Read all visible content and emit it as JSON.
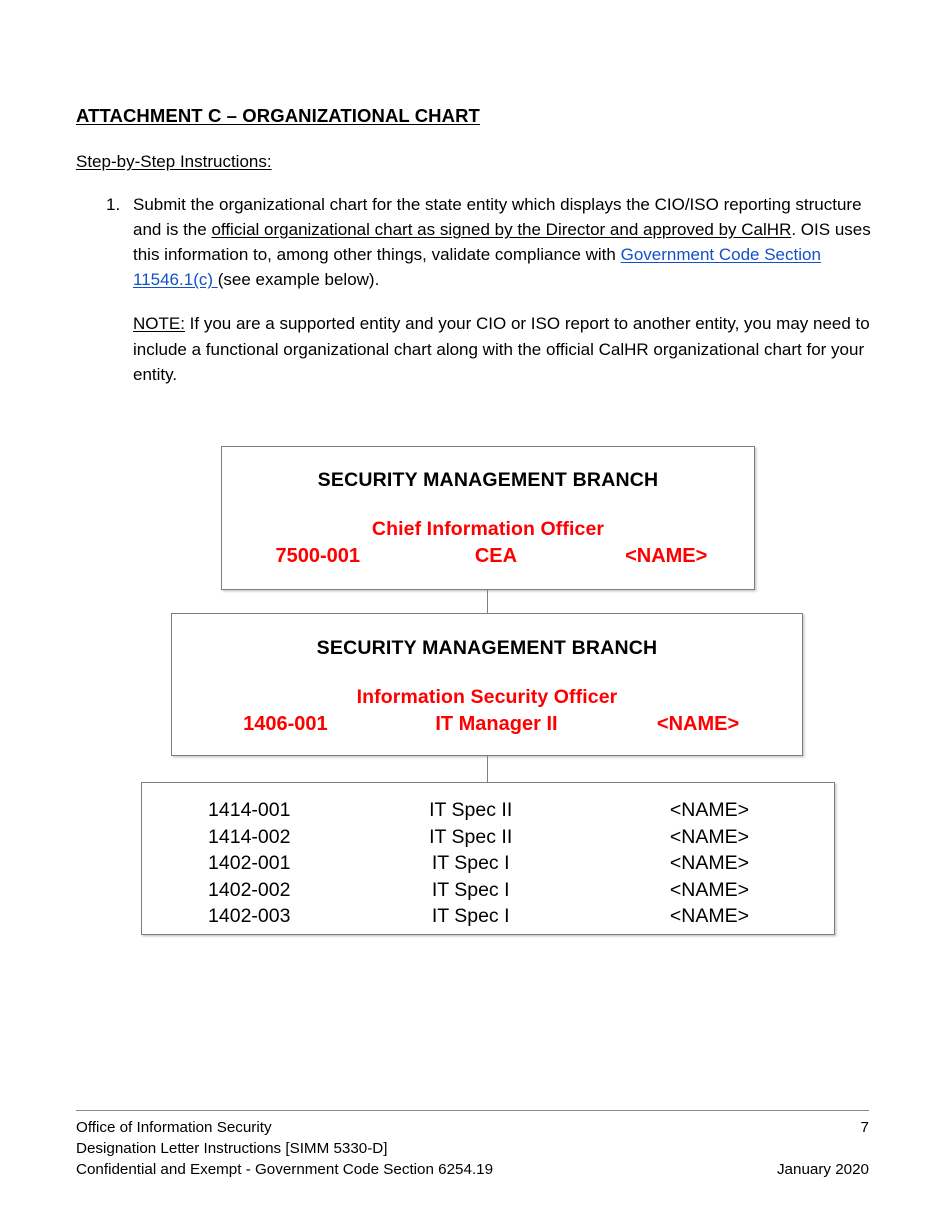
{
  "document": {
    "title": "ATTACHMENT C – ORGANIZATIONAL CHART",
    "subheading": "Step-by-Step Instructions:",
    "link_color": "#1450c8",
    "chart_red": "#ff0000"
  },
  "steps": [
    {
      "number": "1.",
      "text_part1": "Submit the organizational chart for the state entity which displays the CIO/ISO reporting structure and is the ",
      "text_underlined": "official organizational chart as signed by the Director and approved by CalHR",
      "text_part2": ". OIS uses this information to, among other things, validate compliance with ",
      "link_text": "Government Code Section 11546.1(c) ",
      "text_part3": "(see example below)."
    }
  ],
  "note": {
    "label": "NOTE:",
    "text": " If you are a supported entity and your CIO or ISO report to another entity, you may need to include a functional organizational chart along with the official CalHR organizational chart for your entity."
  },
  "chart_data": {
    "type": "diagram",
    "title": "Organizational Chart Example",
    "nodes": [
      {
        "id": "cio",
        "branch": "SECURITY MANAGEMENT BRANCH",
        "role": "Chief Information Officer",
        "position_code": "7500-001",
        "classification": "CEA",
        "incumbent": "<NAME>"
      },
      {
        "id": "iso",
        "branch": "SECURITY MANAGEMENT BRANCH",
        "role": "Information Security Officer",
        "position_code": "1406-001",
        "classification": "IT Manager II",
        "incumbent": "<NAME>"
      }
    ],
    "staff": [
      {
        "position_code": "1414-001",
        "classification": "IT Spec II",
        "incumbent": "<NAME>"
      },
      {
        "position_code": "1414-002",
        "classification": "IT Spec II",
        "incumbent": "<NAME>"
      },
      {
        "position_code": "1402-001",
        "classification": "IT Spec I",
        "incumbent": "<NAME>"
      },
      {
        "position_code": "1402-002",
        "classification": "IT Spec I",
        "incumbent": "<NAME>"
      },
      {
        "position_code": "1402-003",
        "classification": "IT Spec I",
        "incumbent": "<NAME>"
      }
    ],
    "edges": [
      {
        "from": "cio",
        "to": "iso"
      },
      {
        "from": "iso",
        "to": "staff"
      }
    ]
  },
  "footer": {
    "line1_left": "Office of Information Security",
    "line1_right": "7",
    "line2_left": "Designation Letter Instructions [SIMM 5330-D]",
    "line2_right": "",
    "line3_left": "Confidential and Exempt - Government Code Section 6254.19",
    "line3_right": "January 2020"
  }
}
